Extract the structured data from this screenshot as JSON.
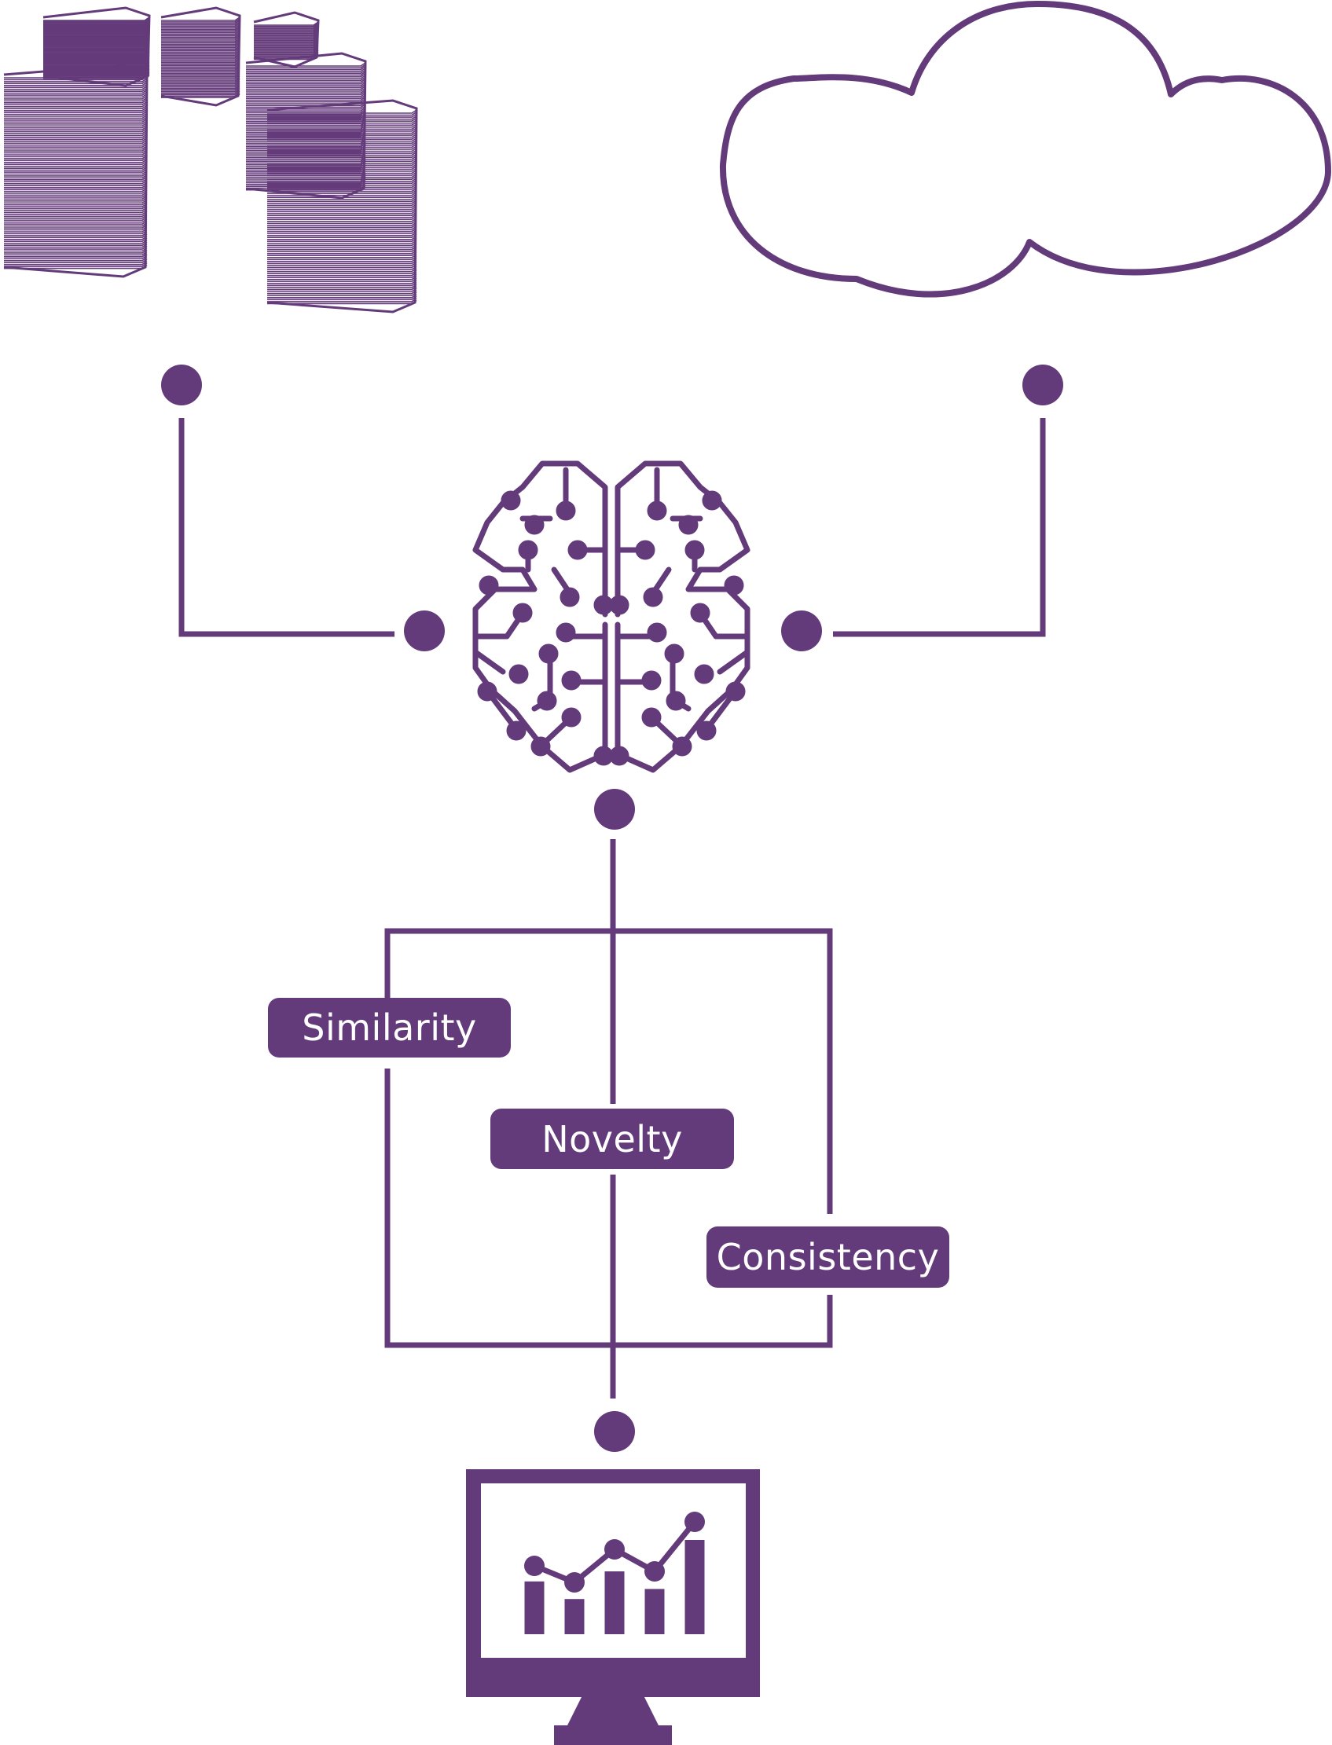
{
  "colors": {
    "accent": "#643b7a",
    "background": "#ffffff"
  },
  "icons": {
    "documents": "document-stacks-icon",
    "cloud": "cloud-icon",
    "brain": "circuit-brain-icon",
    "monitor": "analytics-monitor-icon"
  },
  "criteria": {
    "similarity": "Similarity",
    "novelty": "Novelty",
    "consistency": "Consistency"
  },
  "monitor_chart": {
    "bars": [
      0.42,
      0.28,
      0.5,
      0.36,
      0.75
    ],
    "line": [
      0.55,
      0.4,
      0.7,
      0.5,
      0.95
    ]
  }
}
